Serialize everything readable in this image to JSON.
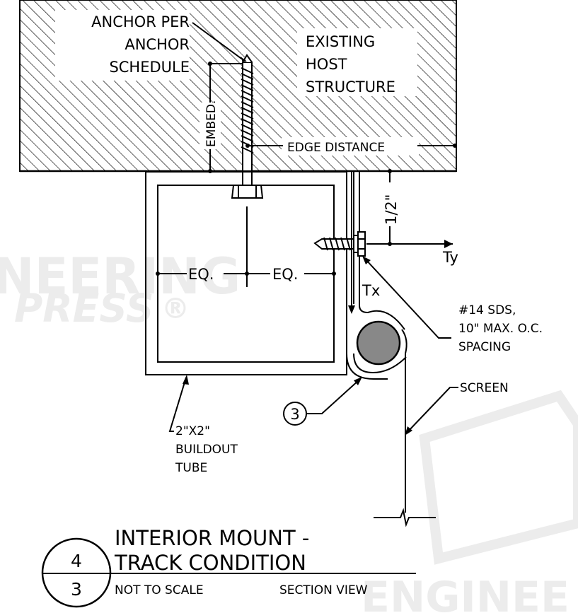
{
  "labels": {
    "anchor": [
      "ANCHOR PER",
      "ANCHOR",
      "SCHEDULE"
    ],
    "host": [
      "EXISTING",
      "HOST",
      "STRUCTURE"
    ],
    "embed": "EMBED.",
    "edge_distance": "EDGE DISTANCE",
    "half_inch": "1/2\"",
    "ty": "Ty",
    "tx": "Tx",
    "eq_left": "EQ.",
    "eq_right": "EQ.",
    "sds": [
      "#14 SDS,",
      "10\" MAX. O.C.",
      "SPACING"
    ],
    "screen": "SCREEN",
    "tube": [
      "2\"X2\"",
      "BUILDOUT",
      "TUBE"
    ],
    "callout_num": "3"
  },
  "title_block": {
    "title_line1": "INTERIOR MOUNT -",
    "title_line2": "TRACK CONDITION",
    "detail_number": "4",
    "sheet_number": "3",
    "scale_note": "NOT TO SCALE",
    "view_type": "SECTION VIEW"
  },
  "watermark": {
    "line1": "NEERING",
    "line2": "PRESS",
    "mark": "®",
    "line3": "ENGINEE"
  },
  "colors": {
    "line": "#000000",
    "screen_spline": "#888888",
    "watermark": "#ececec"
  }
}
